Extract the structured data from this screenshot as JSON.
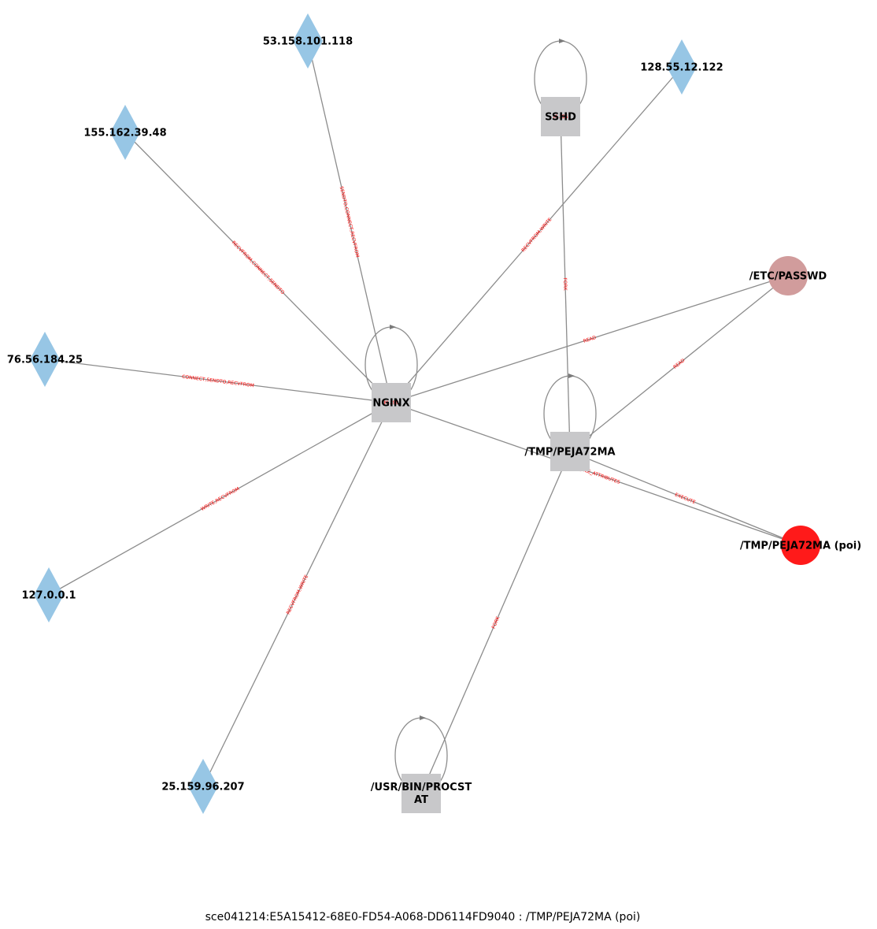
{
  "colors": {
    "process": "#c8c8ca",
    "ip": "#97c6e5",
    "file": "#d19c9c",
    "poi": "#ff1a1a",
    "edge": "#8c8c8c",
    "edge_label": "#ff0000"
  },
  "nodes": [
    {
      "id": "nginx",
      "label": "NGINX",
      "kind": "process"
    },
    {
      "id": "sshd",
      "label": "SSHD",
      "kind": "process"
    },
    {
      "id": "tmp_proc",
      "label": "/TMP/PEJA72MA",
      "kind": "process"
    },
    {
      "id": "procstat",
      "label_lines": [
        "/USR/BIN/PROCST",
        "AT"
      ],
      "kind": "process"
    },
    {
      "id": "ip_53",
      "label": "53.158.101.118",
      "kind": "ip"
    },
    {
      "id": "ip_128",
      "label": "128.55.12.122",
      "kind": "ip"
    },
    {
      "id": "ip_155",
      "label": "155.162.39.48",
      "kind": "ip"
    },
    {
      "id": "ip_76",
      "label": "76.56.184.25",
      "kind": "ip"
    },
    {
      "id": "ip_127",
      "label": "127.0.0.1",
      "kind": "ip"
    },
    {
      "id": "ip_25",
      "label": "25.159.96.207",
      "kind": "ip"
    },
    {
      "id": "passwd",
      "label": "/ETC/PASSWD",
      "kind": "file"
    },
    {
      "id": "tmp_file",
      "label": "/TMP/PEJA72MA (poi)",
      "kind": "poi"
    }
  ],
  "edges": [
    {
      "from": "nginx",
      "to": "ip_53",
      "label": "SENDTO,CONNECT,RECVFROM"
    },
    {
      "from": "nginx",
      "to": "ip_128",
      "label": "RECVFROM,WRITE"
    },
    {
      "from": "nginx",
      "to": "ip_155",
      "label": "RECVFROM,CONNECT,SENDTO"
    },
    {
      "from": "nginx",
      "to": "ip_76",
      "label": "CONNECT,SENDTO,RECVFROM"
    },
    {
      "from": "nginx",
      "to": "ip_127",
      "label": "WRITE,RECVFROM"
    },
    {
      "from": "nginx",
      "to": "ip_25",
      "label": "RECVFROM,WRITE"
    },
    {
      "from": "nginx",
      "to": "passwd",
      "label": "READ"
    },
    {
      "from": "nginx",
      "to": "tmp_file",
      "label": "...Y_FILE_ATTRIBUTES"
    },
    {
      "from": "sshd",
      "to": "tmp_proc",
      "label": "FORK"
    },
    {
      "from": "tmp_proc",
      "to": "passwd",
      "label": "READ"
    },
    {
      "from": "tmp_proc",
      "to": "tmp_file",
      "label": "EXECUTE"
    },
    {
      "from": "tmp_proc",
      "to": "procstat",
      "label": "FORK"
    }
  ],
  "self_loops": [
    {
      "node": "nginx",
      "label": "M...SS"
    },
    {
      "node": "sshd",
      "label": "M...SS"
    },
    {
      "node": "tmp_proc",
      "label": ""
    },
    {
      "node": "procstat",
      "label": ""
    }
  ],
  "caption": "sce041214:E5A15412-68E0-FD54-A068-DD6114FD9040 : /TMP/PEJA72MA (poi)"
}
